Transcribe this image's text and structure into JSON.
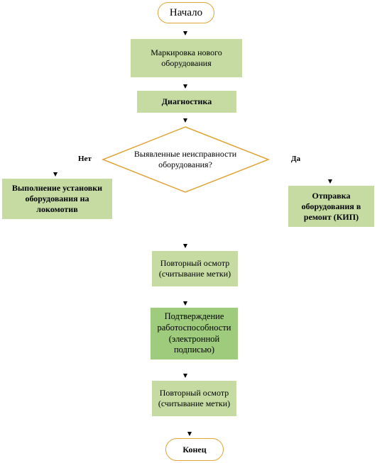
{
  "start": "Начало",
  "steps": {
    "marking": "Маркировка нового\nоборудования",
    "diagnostics": "Диагностика",
    "decision": "Выявленные неисправности\nоборудования?",
    "no_label": "Нет",
    "yes_label": "Да",
    "install": "Выполнение установки\nоборудования на\nлокомотив",
    "repair": "Отправка\nоборудования в\nремонт (КИП)",
    "reinspection1": "Повторный осмотр\n(считывание метки)",
    "confirm": "Подтверждение\nработоспособности\n(электронной\nподписью)",
    "reinspection2": "Повторный осмотр\n(считывание метки)"
  },
  "end": "Конец",
  "colors": {
    "process_fill": "#c5dba2",
    "process_fill_dark": "#9fcc7c",
    "terminal_border": "#e0a437",
    "decision_border": "#e0a437"
  }
}
